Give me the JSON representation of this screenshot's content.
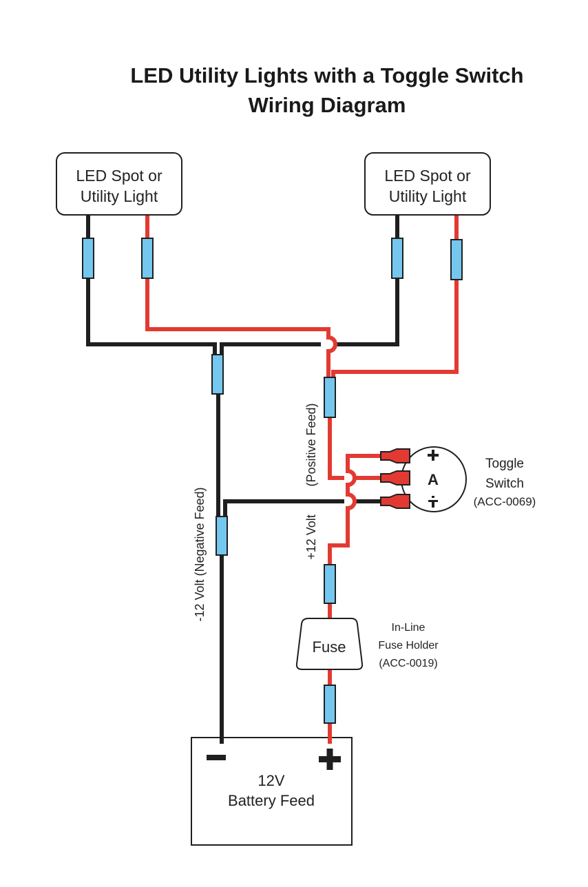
{
  "title": {
    "line1": "LED Utility Lights with a Toggle Switch",
    "line2": "Wiring Diagram"
  },
  "colors": {
    "positive_wire": "#e23a32",
    "negative_wire": "#1f1f1f",
    "connector": "#74c7ee",
    "terminal": "#e23a32"
  },
  "lights": [
    {
      "line1": "LED Spot or",
      "line2": "Utility Light"
    },
    {
      "line1": "LED Spot or",
      "line2": "Utility Light"
    }
  ],
  "labels": {
    "positive_feed": "(Positive Feed)",
    "plus_12_volt": "+12 Volt",
    "negative_feed": "-12 Volt (Negative Feed)"
  },
  "toggle_switch": {
    "name_line1": "Toggle",
    "name_line2": "Switch",
    "part": "(ACC-0069)",
    "terminal_top": "+",
    "terminal_mid": "A",
    "terminal_bottom": "ground"
  },
  "fuse": {
    "label": "Fuse",
    "name_line1": "In-Line",
    "name_line2": "Fuse Holder",
    "part": "(ACC-0019)"
  },
  "battery": {
    "line1": "12V",
    "line2": "Battery Feed",
    "neg_symbol": "−",
    "pos_symbol": "+"
  }
}
